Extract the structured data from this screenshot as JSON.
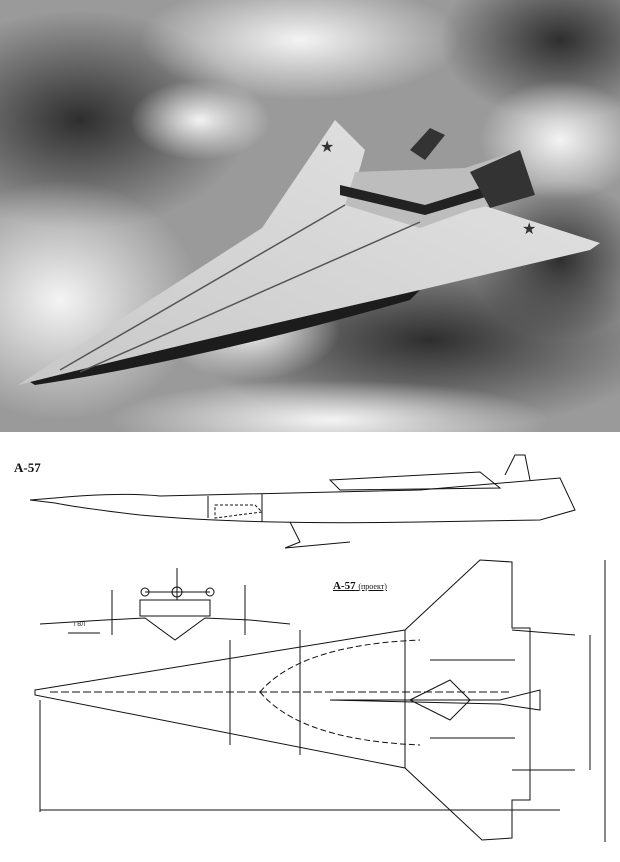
{
  "photo": {
    "caption": ""
  },
  "drawing": {
    "side_view_title": "А-57",
    "plan_view_title": "А-57",
    "plan_view_subtitle": "(проект)",
    "front_view_label": "ГВЛ"
  },
  "colors": {
    "sky_light": "#e6e6e6",
    "cloud_dark": "#3a3a3a",
    "ink": "#111111"
  }
}
